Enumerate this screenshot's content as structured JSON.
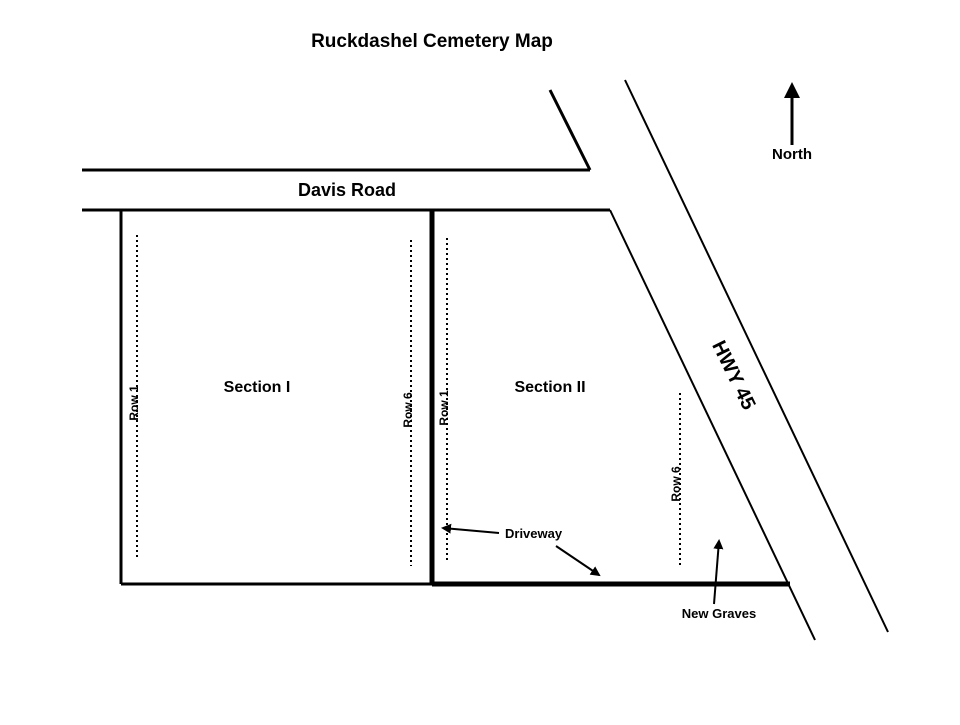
{
  "map": {
    "title": "Ruckdashel Cemetery Map",
    "roads": {
      "davis_road": "Davis Road",
      "highway": "HWY 45"
    },
    "compass": {
      "label": "North"
    },
    "sections": [
      {
        "name": "Section I",
        "first_row": "Row 1",
        "last_row": "Row 6"
      },
      {
        "name": "Section II",
        "first_row": "Row 1",
        "last_row": "Row 6"
      }
    ],
    "annotations": {
      "driveway": "Driveway",
      "new_graves": "New Graves"
    }
  }
}
